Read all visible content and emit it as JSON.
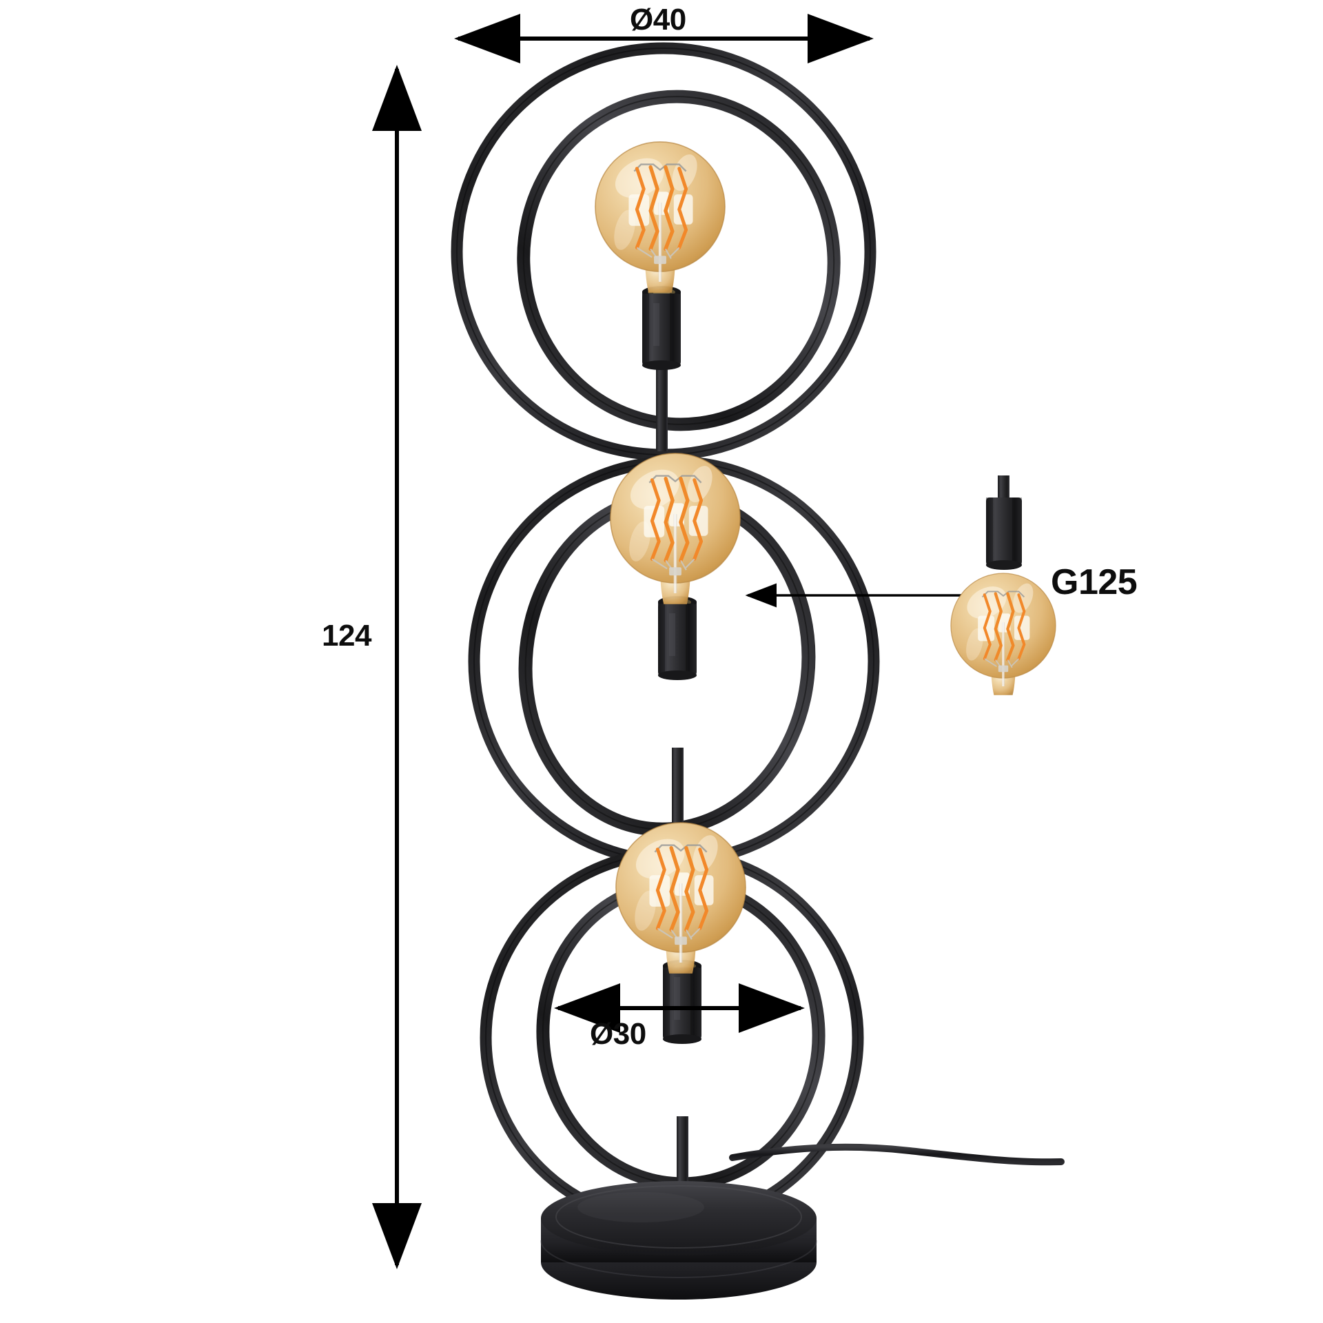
{
  "product": {
    "type": "three-ring-table-lamp",
    "finish_color": "#2b2b2d",
    "bulb_glass_color": "#d9a martinez"
  },
  "dimensions": {
    "outer_ring_diameter": {
      "label": "Ø40",
      "value": 40,
      "unit": "cm",
      "measures": "outer-ring-diameter"
    },
    "total_height": {
      "label": "124",
      "value": 124,
      "unit": "cm",
      "measures": "total-height"
    },
    "inner_ring_diameter": {
      "label": "Ø30",
      "value": 30,
      "unit": "cm",
      "measures": "inner-ring-diameter"
    }
  },
  "callouts": {
    "bulb": {
      "label": "G125",
      "describes": "globe-bulb-type"
    }
  },
  "colors": {
    "metal_dark": "#2b2b2d",
    "metal_mid": "#3d3d40",
    "metal_light": "#6e6e72",
    "bulb_glass": "#e8c88a",
    "bulb_glass_deep": "#c99a4e",
    "filament": "#f08a2a",
    "line": "#000000",
    "background": "#ffffff"
  },
  "icons": {
    "arrow_left": "arrow-left-icon",
    "arrow_right": "arrow-right-icon",
    "arrow_up": "arrow-up-icon",
    "arrow_down": "arrow-down-icon"
  }
}
